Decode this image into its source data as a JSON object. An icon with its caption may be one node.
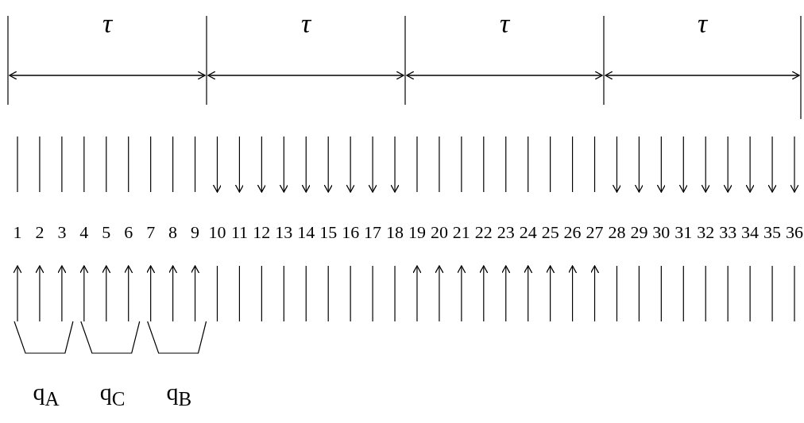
{
  "diagram": {
    "labels": [
      "τ",
      "τ",
      "τ",
      "τ",
      "1",
      "2",
      "3",
      "4",
      "5",
      "6",
      "7",
      "8",
      "9",
      "10",
      "11",
      "12",
      "13",
      "14",
      "15",
      "16",
      "17",
      "18",
      "19",
      "20",
      "21",
      "22",
      "23",
      "24",
      "25",
      "26",
      "27",
      "28",
      "29",
      "30",
      "31",
      "32",
      "33",
      "34",
      "35",
      "36",
      "q$_{A}$",
      "q$_{C}$",
      "q$_{B}$"
    ]
  }
}
